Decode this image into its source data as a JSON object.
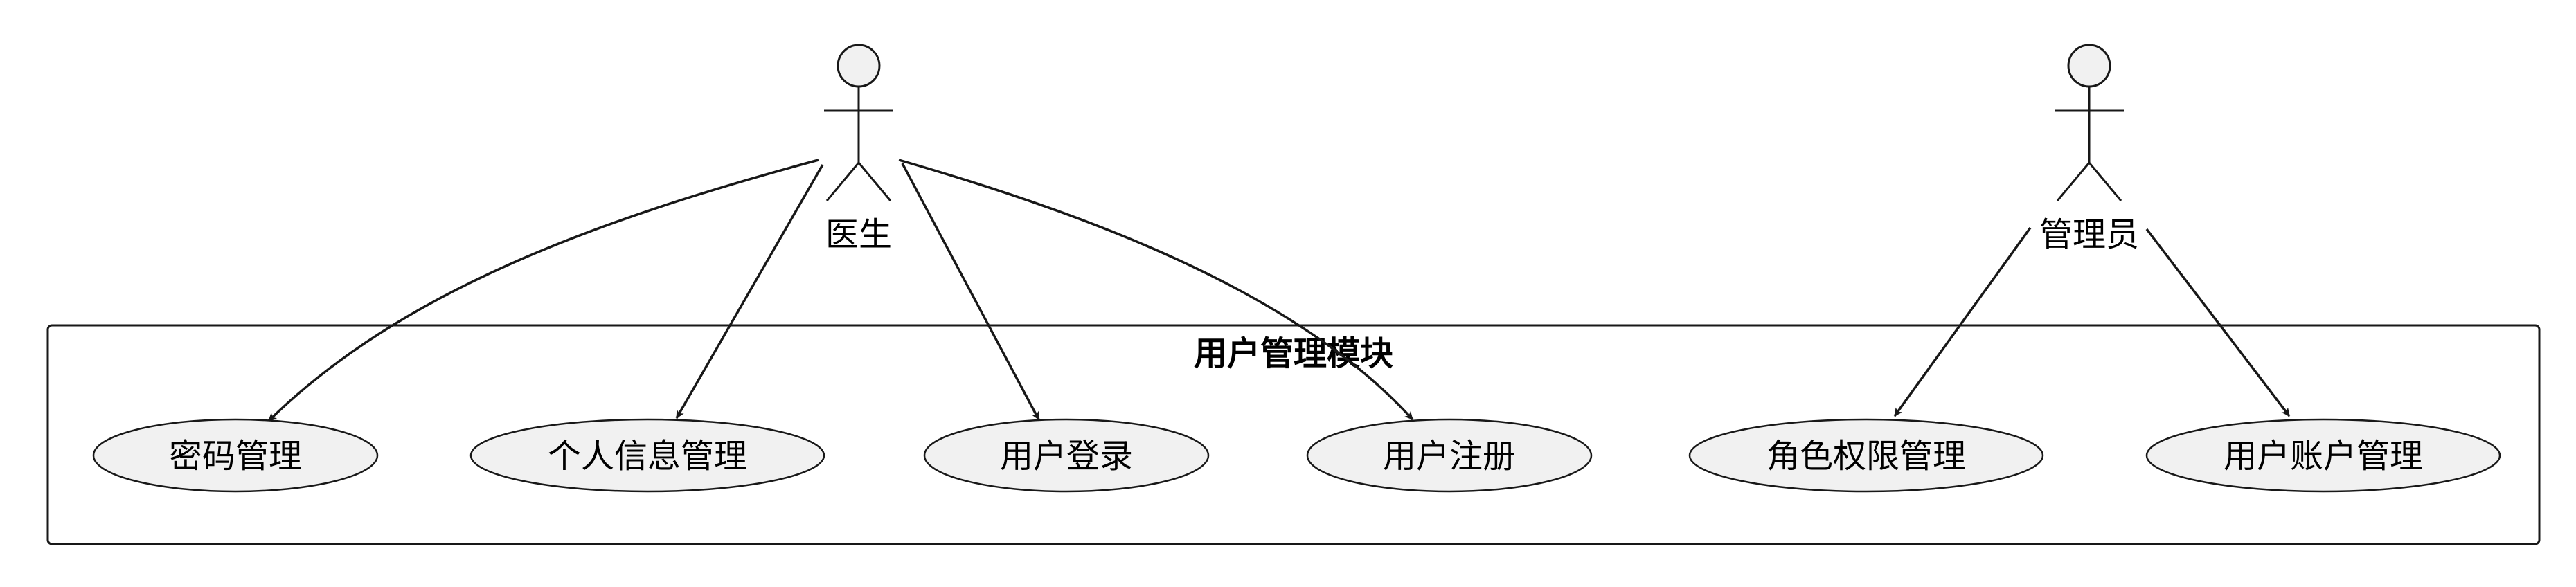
{
  "diagram": {
    "type": "use-case",
    "system": {
      "title": "用户管理模块"
    },
    "actors": [
      {
        "id": "doctor",
        "label": "医生"
      },
      {
        "id": "admin",
        "label": "管理员"
      }
    ],
    "use_cases": [
      {
        "id": "password",
        "label": "密码管理"
      },
      {
        "id": "profile",
        "label": "个人信息管理"
      },
      {
        "id": "login",
        "label": "用户登录"
      },
      {
        "id": "register",
        "label": "用户注册"
      },
      {
        "id": "roles",
        "label": "角色权限管理"
      },
      {
        "id": "accounts",
        "label": "用户账户管理"
      }
    ],
    "associations": [
      {
        "from": "doctor",
        "to": "password"
      },
      {
        "from": "doctor",
        "to": "profile"
      },
      {
        "from": "doctor",
        "to": "login"
      },
      {
        "from": "doctor",
        "to": "register"
      },
      {
        "from": "admin",
        "to": "roles"
      },
      {
        "from": "admin",
        "to": "accounts"
      }
    ],
    "colors": {
      "line": "#181818",
      "fill": "#f1f1f1",
      "text": "#000000",
      "background": "#ffffff"
    }
  }
}
